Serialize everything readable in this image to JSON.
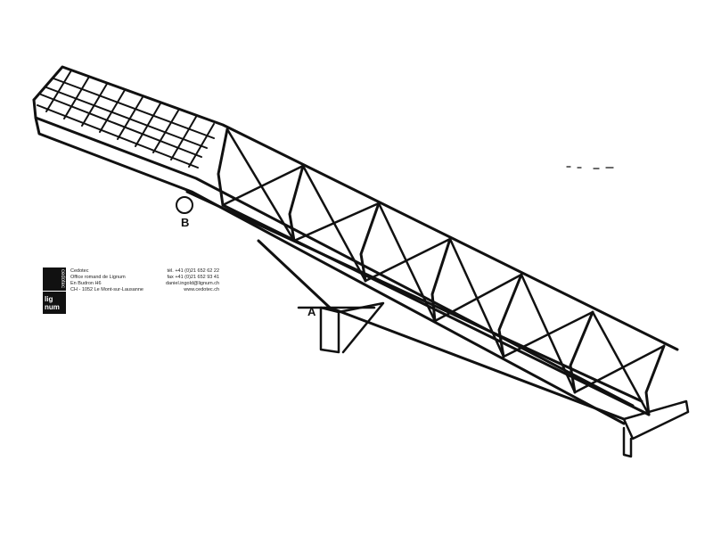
{
  "labels": {
    "a": "A",
    "b": "B"
  },
  "logo": {
    "vertical_text": "cedotec",
    "block_text": "lig num"
  },
  "contact_left": [
    "Cedotec",
    "Office romand de Lignum",
    "En Budron H6",
    "CH - 1052 Le Mont-sur-Lausanne"
  ],
  "contact_right": [
    "tél. +41 (0)21 652 62 22",
    "fax +41 (0)21 652 93 41",
    "daniel.ingold@lignum.ch",
    "www.cedotec.ch"
  ],
  "colors": {
    "ink": "#111111",
    "background": "#ffffff"
  }
}
